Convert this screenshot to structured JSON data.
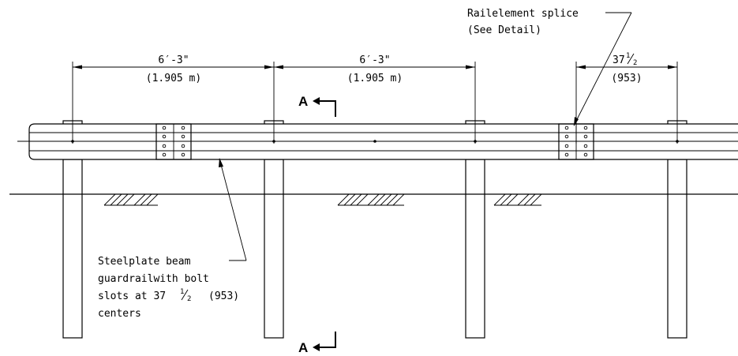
{
  "dimensions": {
    "span1": {
      "imperial": "6′-3\"",
      "metric": "(1.905 m)"
    },
    "span2": {
      "imperial": "6′-3\"",
      "metric": "(1.905 m)"
    },
    "span3": {
      "imperial_whole": "37",
      "imperial_frac_num": "1",
      "imperial_frac_den": "2",
      "metric": "(953)"
    }
  },
  "section_marks": {
    "top": "A",
    "bottom": "A"
  },
  "callouts": {
    "splice": {
      "line1": "Railelement splice",
      "line2": "(See Detail)"
    },
    "beam": {
      "line1": "Steelplate beam",
      "line2": "guardrailwith bolt",
      "line3_prefix": "slots at 37",
      "frac_num": "1",
      "frac_den": "2",
      "line3_suffix": "(953)",
      "line4": "centers"
    }
  }
}
